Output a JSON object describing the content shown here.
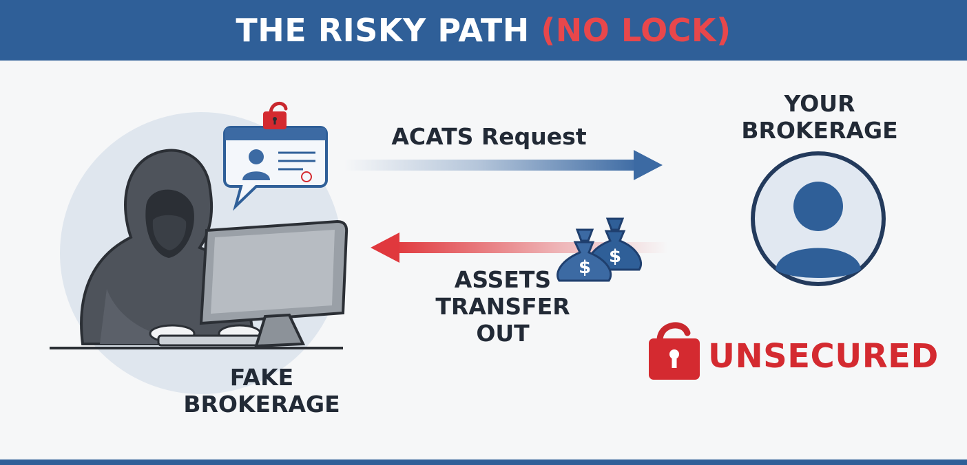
{
  "header": {
    "title_main": "THE RISKY PATH ",
    "title_warn": "(NO LOCK)"
  },
  "labels": {
    "fake_line1": "FAKE",
    "fake_line2": "BROKERAGE",
    "your_line1": "YOUR",
    "your_line2": "BROKERAGE",
    "acats": "ACATS Request",
    "assets_line1": "ASSETS",
    "assets_line2": "TRANSFER",
    "assets_line3": "OUT",
    "status": "UNSECURED"
  },
  "colors": {
    "header_bg": "#2f5f98",
    "warn_red": "#e8474b",
    "status_red": "#d42a30",
    "arrow_blue": "#3c6aa3",
    "arrow_red": "#e0383d",
    "hacker_gray": "#4a4f57"
  },
  "icons": {
    "hacker": "hooded-hacker-icon",
    "id_card": "id-card-icon",
    "money_bags": "money-bag-icon",
    "user": "user-avatar-icon",
    "status_lock": "unlocked-padlock-icon"
  }
}
